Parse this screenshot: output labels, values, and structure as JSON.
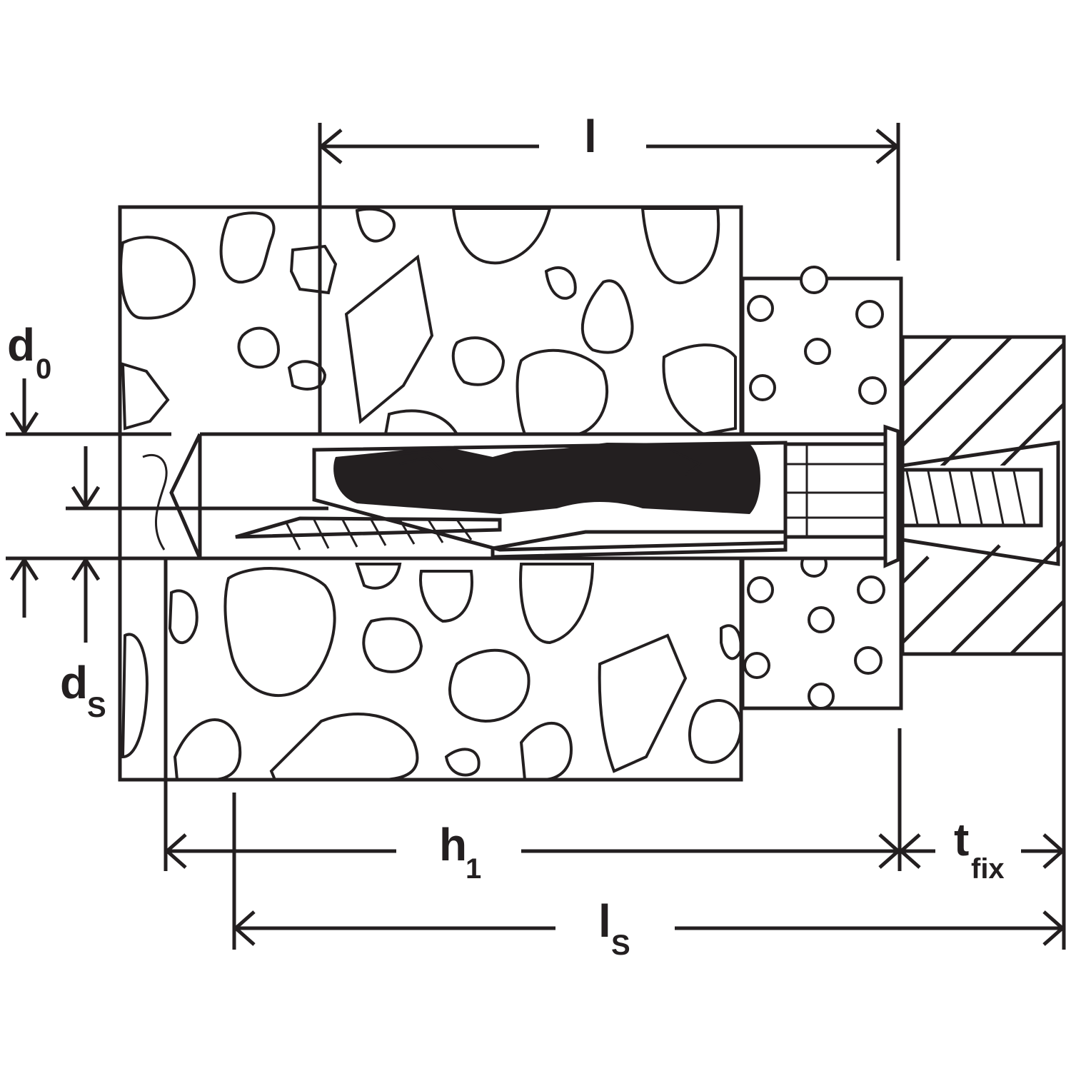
{
  "labels": {
    "l": "l",
    "d0_main": "d",
    "d0_sub": "0",
    "ds_main": "d",
    "ds_sub": "S",
    "h1_main": "h",
    "h1_sub": "1",
    "tfix_main": "t",
    "tfix_sub": "fix",
    "ls_main": "l",
    "ls_sub": "S"
  },
  "colors": {
    "ink": "#231f20",
    "paper": "#ffffff"
  }
}
